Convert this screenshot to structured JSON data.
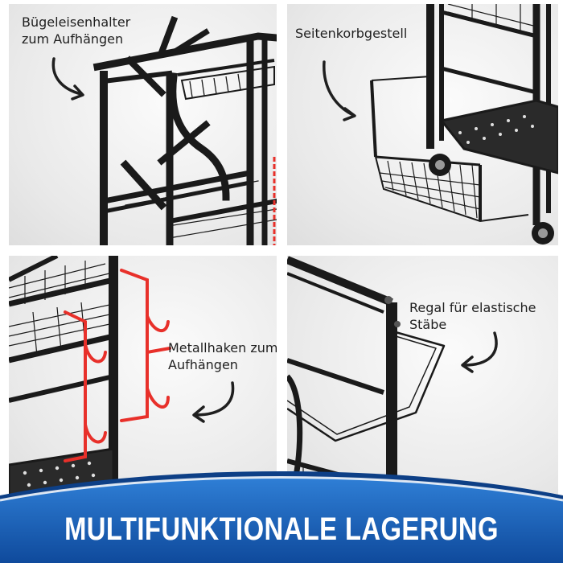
{
  "panels": [
    {
      "id": "iron-holder",
      "caption_line1": "Bügeleisenhalter",
      "caption_line2": "zum Aufhängen"
    },
    {
      "id": "side-basket",
      "caption_line1": "Seitenkorbgestell",
      "caption_line2": ""
    },
    {
      "id": "metal-hooks",
      "caption_line1": "Metallhaken zum",
      "caption_line2": "Aufhängen"
    },
    {
      "id": "elastic-rack",
      "caption_line1": "Regal für elastische",
      "caption_line2": "Stäbe"
    }
  ],
  "banner": {
    "title": "MULTIFUNKTIONALE LAGERUNG"
  },
  "colors": {
    "frame": "#1a1a1a",
    "hook": "#e8302a",
    "banner": "#1b5fb5",
    "banner_dark": "#0d3f86"
  }
}
